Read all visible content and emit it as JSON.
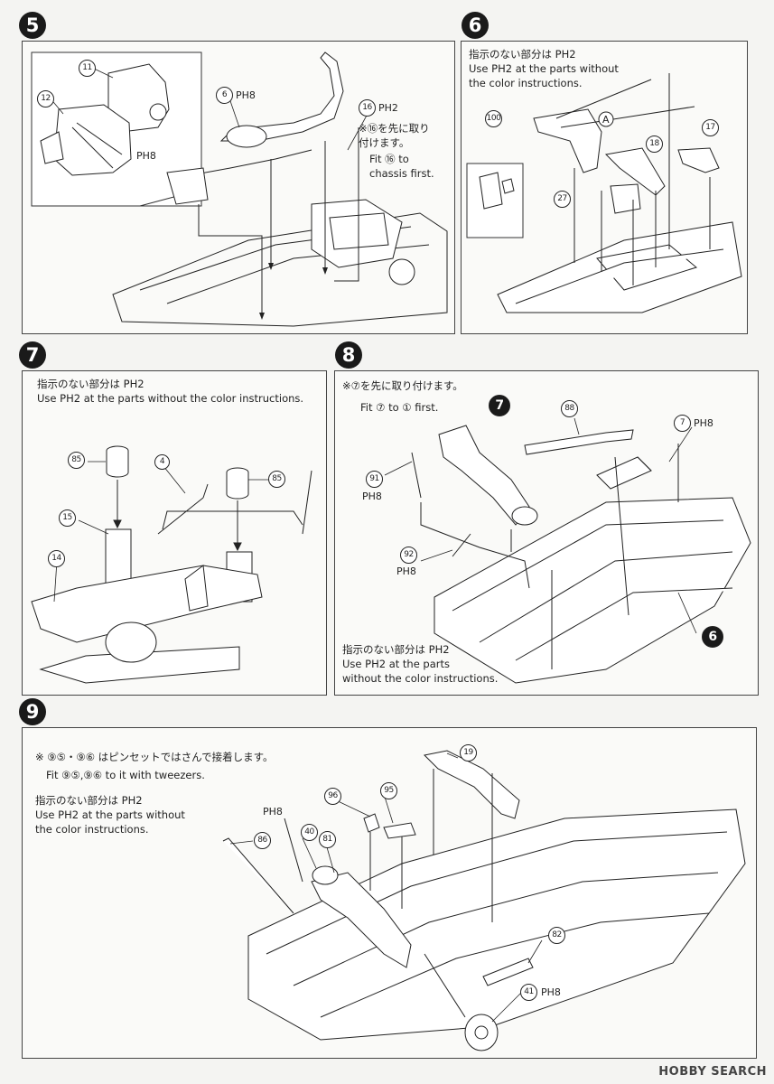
{
  "steps": {
    "s5": {
      "number": "5",
      "parts": [
        "11",
        "12",
        "6",
        "16"
      ],
      "paint_6": "PH8",
      "paint_16": "PH2",
      "paint_inset": "PH8",
      "note_jp": "※⑯を先に取り\n付けます。",
      "note_en": "Fit ⑯ to\nchassis first."
    },
    "s6": {
      "number": "6",
      "note_jp": "指示のない部分は PH2",
      "note_en": "Use PH2 at the parts without\nthe color instructions.",
      "parts": [
        "100",
        "A",
        "18",
        "17",
        "27"
      ]
    },
    "s7": {
      "number": "7",
      "note_jp": "指示のない部分は PH2",
      "note_en": "Use PH2 at the parts without the color instructions.",
      "parts": [
        "85",
        "4",
        "85",
        "15",
        "14"
      ]
    },
    "s8": {
      "number": "8",
      "note_jp": "※⑦を先に取り付けます。",
      "note_en": "Fit ⑦ to ① first.",
      "bottom_jp": "指示のない部分は PH2",
      "bottom_en": "Use PH2 at the parts\nwithout the color instructions.",
      "parts": [
        "7",
        "88",
        "7",
        "91",
        "92",
        "6"
      ],
      "paint_7": "PH8",
      "paint_91": "PH8",
      "paint_92": "PH8"
    },
    "s9": {
      "number": "9",
      "note_jp": "※ ⑨⑤・⑨⑥ はピンセットではさんで接着します。",
      "note_en": "Fit ⑨⑤,⑨⑥ to it with tweezers.",
      "note2_jp": "指示のない部分は PH2",
      "note2_en": "Use PH2 at the parts without\nthe color instructions.",
      "parts": [
        "19",
        "96",
        "95",
        "86",
        "40",
        "81",
        "82",
        "41"
      ],
      "paint_40": "PH8",
      "paint_41": "PH8"
    }
  },
  "watermark": "HOBBY SEARCH"
}
